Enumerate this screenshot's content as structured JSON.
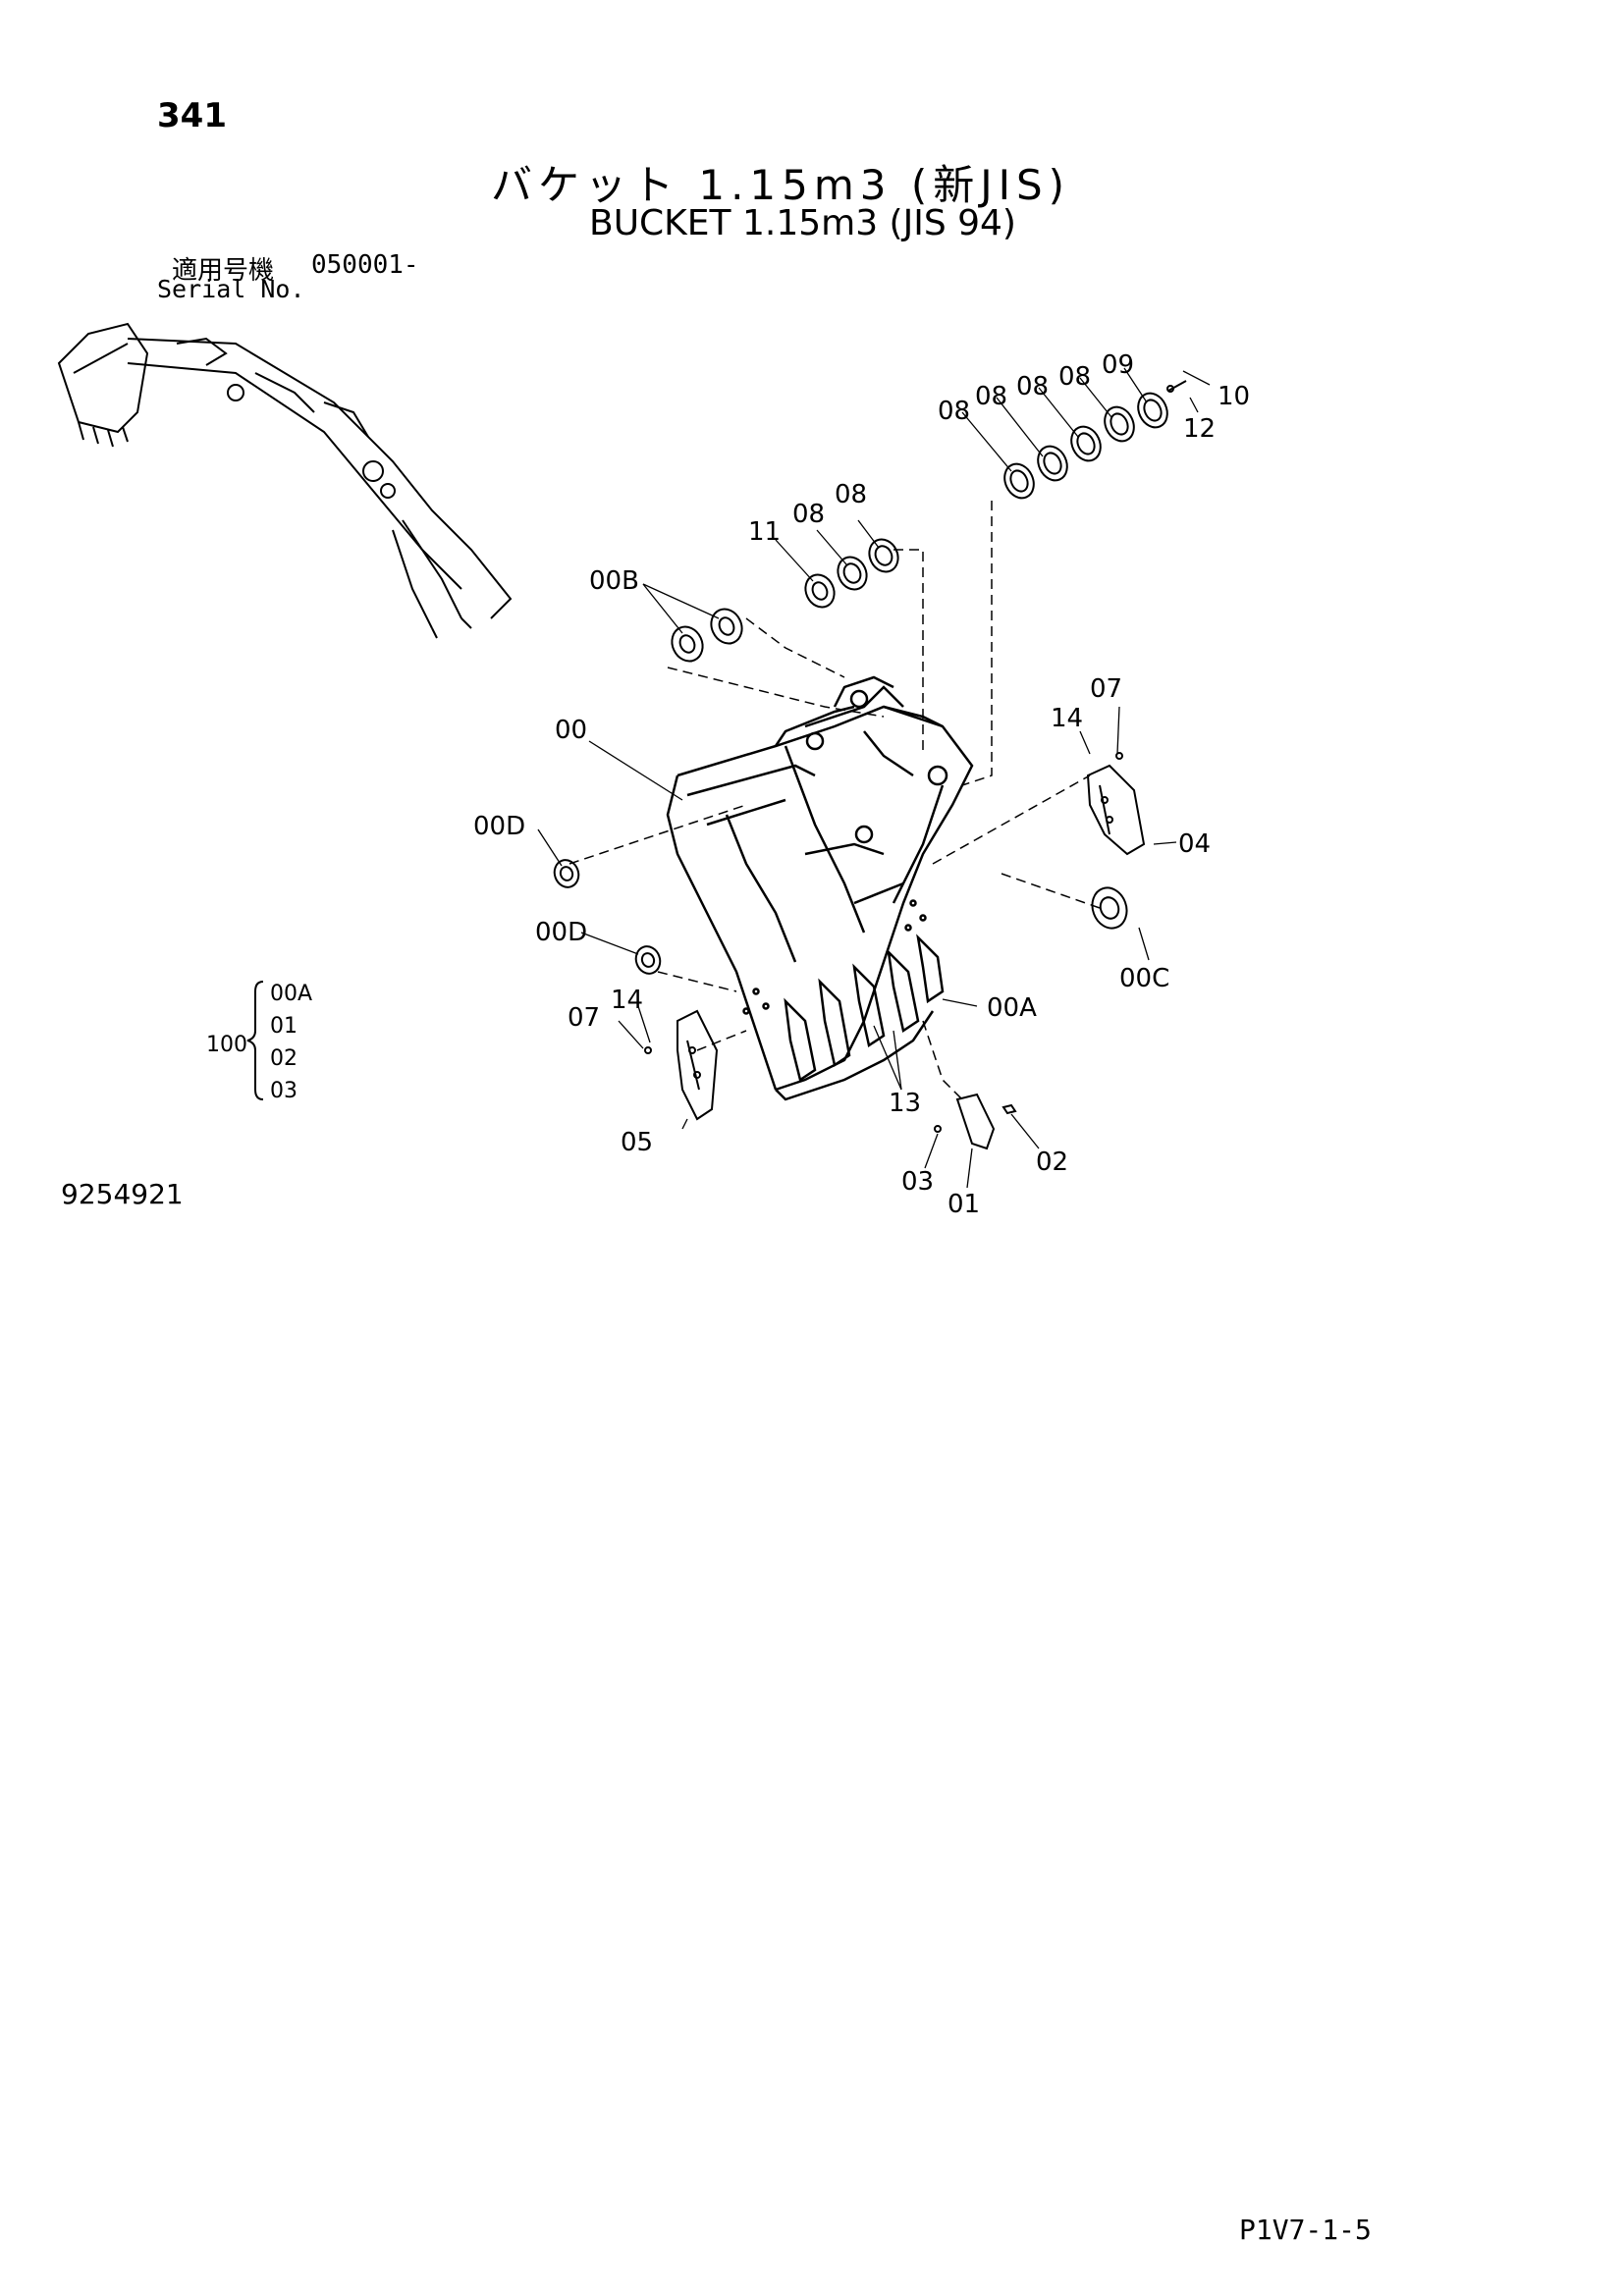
{
  "header": {
    "page_number": "341",
    "title_jp": "バケット 1.15m3 (新JIS)",
    "title_en": "BUCKET 1.15m3 (JIS 94)"
  },
  "serial": {
    "label_jp": "適用号機",
    "value": "050001-",
    "label_en": "Serial No."
  },
  "kit": {
    "number": "100",
    "items": [
      "00A",
      "01",
      "02",
      "03"
    ]
  },
  "footer": {
    "drawing_number": "9254921",
    "page_ref": "P1V7-1-5"
  },
  "callouts": {
    "c08a": "08",
    "c08b": "08",
    "c08c": "08",
    "c08d": "08",
    "c09": "09",
    "c10": "10",
    "c12": "12",
    "c11": "11",
    "c08e": "08",
    "c08f": "08",
    "c00B": "00B",
    "c00": "00",
    "c00D1": "00D",
    "c00D2": "00D",
    "c07a": "07",
    "c14a": "14",
    "c04": "04",
    "c00C": "00C",
    "c00A": "00A",
    "c07b": "07",
    "c14b": "14",
    "c05": "05",
    "c13": "13",
    "c02": "02",
    "c03": "03",
    "c01": "01"
  }
}
